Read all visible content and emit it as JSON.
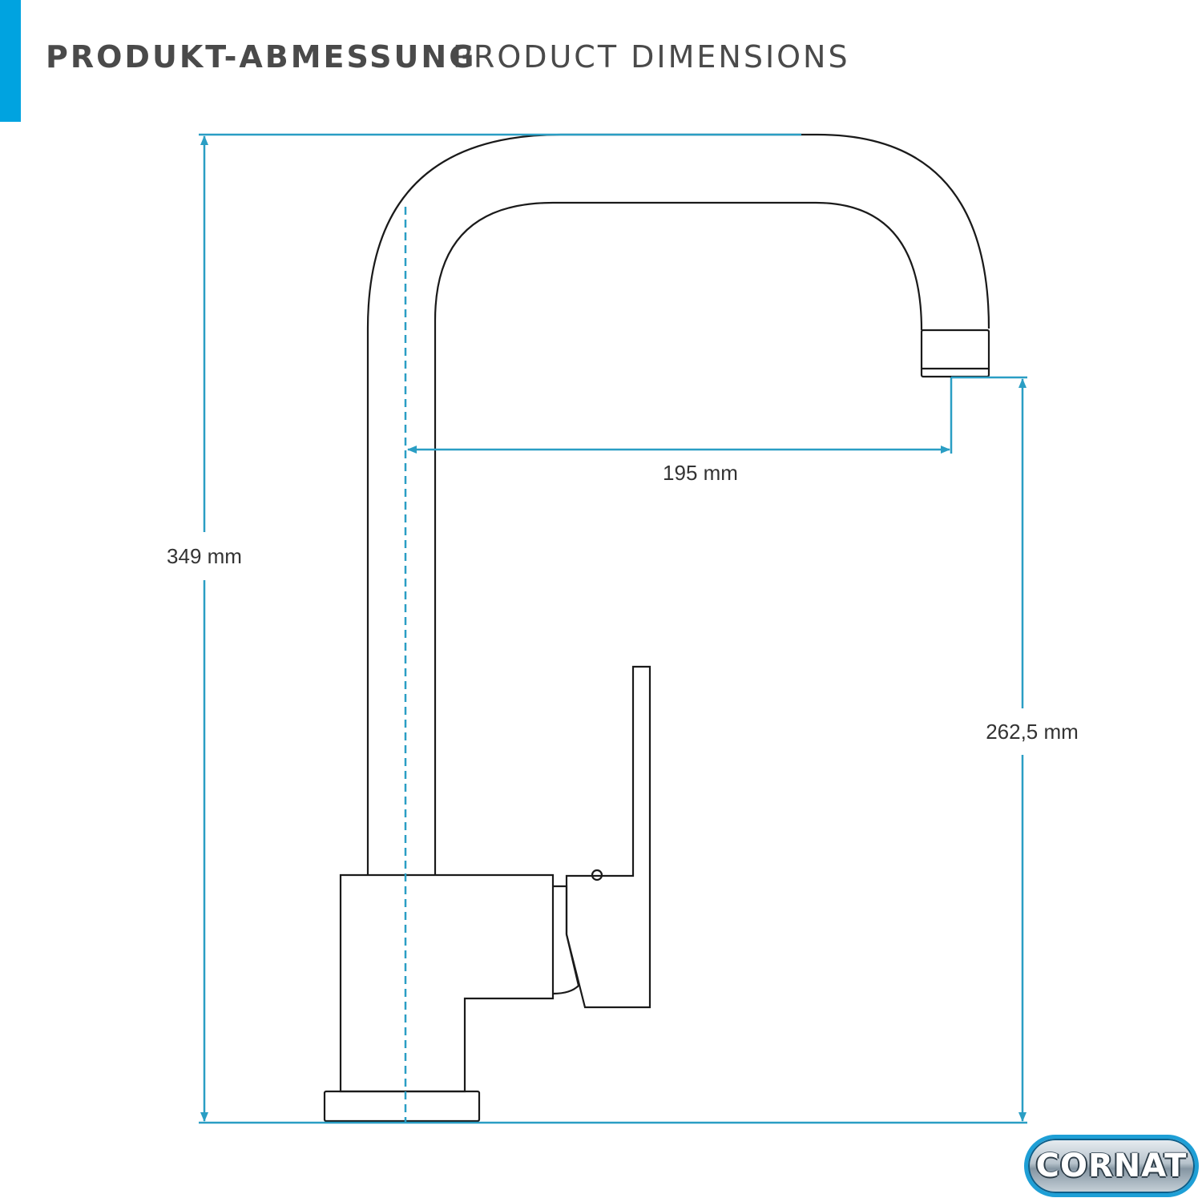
{
  "header": {
    "title_de": "PRODUKT-ABMESSUNG",
    "title_en": "PRODUCT DIMENSIONS"
  },
  "dimensions": {
    "total_height": "349 mm",
    "spout_reach": "195 mm",
    "spout_height": "262,5 mm"
  },
  "logo": {
    "text": "CORNAT"
  },
  "colors": {
    "accent": "#00a3e0",
    "dimension_line": "#2a9ec4",
    "outline": "#1a1a1a",
    "title": "#4a4a4a",
    "label": "#333333"
  }
}
